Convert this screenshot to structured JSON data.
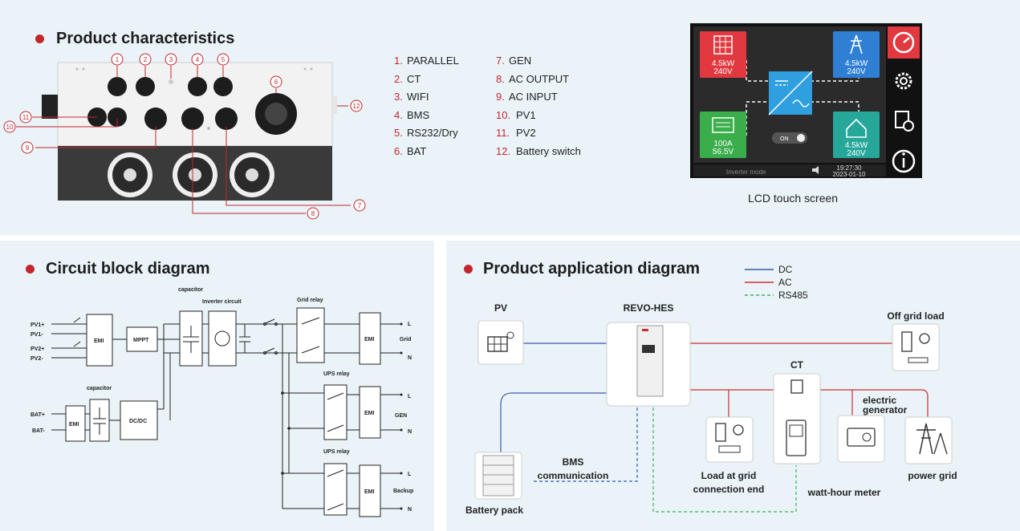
{
  "product": {
    "title": "Product characteristics",
    "callouts": [
      "1",
      "2",
      "3",
      "4",
      "5",
      "6",
      "7",
      "8",
      "9",
      "10",
      "11",
      "12"
    ],
    "ports": [
      {
        "num": "1.",
        "label": "PARALLEL"
      },
      {
        "num": "2.",
        "label": "CT"
      },
      {
        "num": "3.",
        "label": "WIFI"
      },
      {
        "num": "4.",
        "label": "BMS"
      },
      {
        "num": "5.",
        "label": "RS232/Dry"
      },
      {
        "num": "6.",
        "label": "BAT"
      },
      {
        "num": "7.",
        "label": "GEN"
      },
      {
        "num": "8.",
        "label": "AC OUTPUT"
      },
      {
        "num": "9.",
        "label": "AC INPUT"
      },
      {
        "num": "10.",
        "label": "PV1"
      },
      {
        "num": "11.",
        "label": "PV2"
      },
      {
        "num": "12.",
        "label": "Battery switch"
      }
    ]
  },
  "lcd": {
    "caption": "LCD touch screen",
    "pv_power": "4.5kW",
    "pv_voltage": "240V",
    "grid_power": "4.5kW",
    "grid_voltage": "240V",
    "battery_current": "100A",
    "battery_voltage": "56.5V",
    "load_power": "4.5kW",
    "load_voltage": "240V",
    "toggle_label": "ON",
    "mode_text": "Inverter mode",
    "time": "19:27:30",
    "date": "2023-01-10",
    "colors": {
      "pv": "#e2383f",
      "grid": "#2f7fd4",
      "battery": "#3aae4a",
      "load": "#26a79a",
      "inverter": "#2f9fe0"
    }
  },
  "circuit": {
    "title": "Circuit block diagram",
    "pv_inputs": [
      "PV1+",
      "PV1-",
      "PV2+",
      "PV2-"
    ],
    "bat_inputs": [
      "BAT+",
      "BAT-"
    ],
    "blocks": {
      "emi": "EMI",
      "mppt": "MPPT",
      "dcdc": "DC/DC"
    },
    "capacitor_label": "capacitor",
    "inverter_label": "Inverter circuit",
    "grid_relay_label": "Grid relay",
    "ups_relay_label": "UPS relay",
    "outputs": [
      {
        "name": "Grid",
        "l": "L",
        "n": "N"
      },
      {
        "name": "GEN",
        "l": "L",
        "n": "N"
      },
      {
        "name": "Backup",
        "l": "L",
        "n": "N"
      }
    ]
  },
  "application": {
    "title": "Product application diagram",
    "legend": [
      {
        "label": "DC",
        "color": "#3b5ba8",
        "style": "solid"
      },
      {
        "label": "AC",
        "color": "#d42b33",
        "style": "solid"
      },
      {
        "label": "RS485",
        "color": "#3fae5a",
        "style": "dashed"
      }
    ],
    "labels": {
      "pv": "PV",
      "inverter": "REVO-HES",
      "off_grid": "Off grid load",
      "ct": "CT",
      "generator_line1": "electric",
      "generator_line2": "generator",
      "bms_line1": "BMS",
      "bms_line2": "communication",
      "battery": "Battery pack",
      "load_line1": "Load at grid",
      "load_line2": "connection end",
      "meter": "watt-hour meter",
      "power_grid": "power grid"
    }
  }
}
